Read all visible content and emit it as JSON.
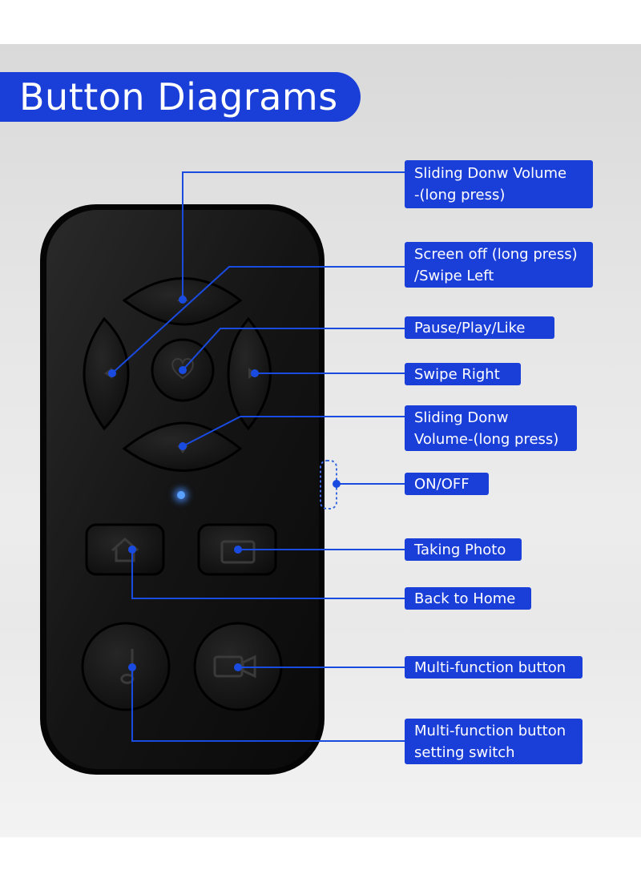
{
  "title": "Button Diagrams",
  "colors": {
    "accent": "#1a3ed8",
    "device": "#111111",
    "led": "#5aa0ff"
  },
  "callouts": [
    {
      "id": "top-arrow",
      "text": "Sliding Donw Volume\n-(long press)"
    },
    {
      "id": "left-arrow",
      "text": "Screen off (long press)\n/Swipe Left"
    },
    {
      "id": "center-button",
      "text": "Pause/Play/Like"
    },
    {
      "id": "right-arrow",
      "text": "Swipe Right"
    },
    {
      "id": "bottom-arrow",
      "text": "Sliding Donw\nVolume-(long press)"
    },
    {
      "id": "power-switch",
      "text": "ON/OFF"
    },
    {
      "id": "camera-button",
      "text": "Taking Photo"
    },
    {
      "id": "home-button",
      "text": "Back to Home"
    },
    {
      "id": "video-button",
      "text": "Multi-function button"
    },
    {
      "id": "music-button",
      "text": "Multi-function button\nsetting switch"
    }
  ],
  "icons": [
    "heart-icon",
    "home-icon",
    "camera-icon",
    "music-note-icon",
    "video-icon",
    "arrow-up-icon",
    "arrow-left-icon",
    "arrow-right-icon",
    "arrow-down-icon"
  ]
}
